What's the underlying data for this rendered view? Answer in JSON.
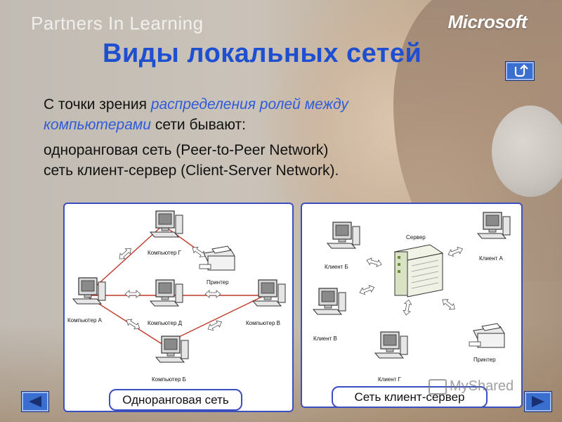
{
  "header": {
    "brand_left": "Partners In Learning",
    "brand_right": "Microsoft"
  },
  "slide": {
    "title": "Виды локальных сетей",
    "intro_prefix": "С точки зрения ",
    "intro_highlight_1": "распределения ролей между",
    "intro_highlight_2": "компьютерами",
    "intro_suffix": " сети бывают:",
    "item_1": "одноранговая сеть (Peer-to-Peer Network)",
    "item_2": "сеть клиент-сервер (Client-Server Network)."
  },
  "diagram_left": {
    "caption": "Одноранговая сеть",
    "labels": {
      "pc_g": "Компьютер Г",
      "printer": "Принтер",
      "pc_a": "Компьютер А",
      "pc_d": "Компьютер Д",
      "pc_v": "Компьютер В",
      "pc_b": "Компьютер Б"
    }
  },
  "diagram_right": {
    "caption": "Сеть клиент-сервер",
    "labels": {
      "server": "Сервер",
      "client_b": "Клиент Б",
      "client_a": "Клиент А",
      "client_v": "Клиент В",
      "client_g": "Клиент Г",
      "printer": "Принтер"
    }
  },
  "watermark": "MyShared",
  "colors": {
    "title": "#1f4fd1",
    "highlight": "#2f5bd8",
    "panel_border": "#3c4fbf",
    "link_line": "#c0392b",
    "nav_button": "#3a6fd0"
  },
  "icons": {
    "nav_up": "return-arrow-icon",
    "nav_prev": "triangle-left-icon",
    "nav_next": "triangle-right-icon"
  }
}
